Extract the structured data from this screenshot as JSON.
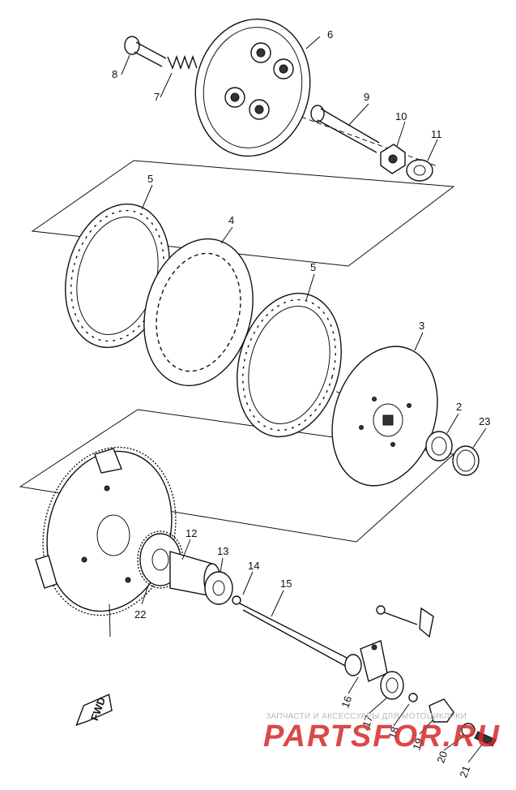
{
  "callouts": {
    "c2": "2",
    "c3": "3",
    "c4": "4",
    "c5a": "5",
    "c5b": "5",
    "c6": "6",
    "c7": "7",
    "c8": "8",
    "c9": "9",
    "c10": "10",
    "c11": "11",
    "c12": "12",
    "c13": "13",
    "c14": "14",
    "c15": "15",
    "c16": "16",
    "c17": "17",
    "c18": "18",
    "c19": "19",
    "c20": "20",
    "c21": "21",
    "c22": "22",
    "c23": "23"
  },
  "fwd_label": "FWD",
  "watermark": {
    "tagline": "ЗАПЧАСТИ И АКСЕССУАРЫ ДЛЯ МОТОЦИКЛИКИ",
    "brand": "PARTSFOR.RU"
  }
}
